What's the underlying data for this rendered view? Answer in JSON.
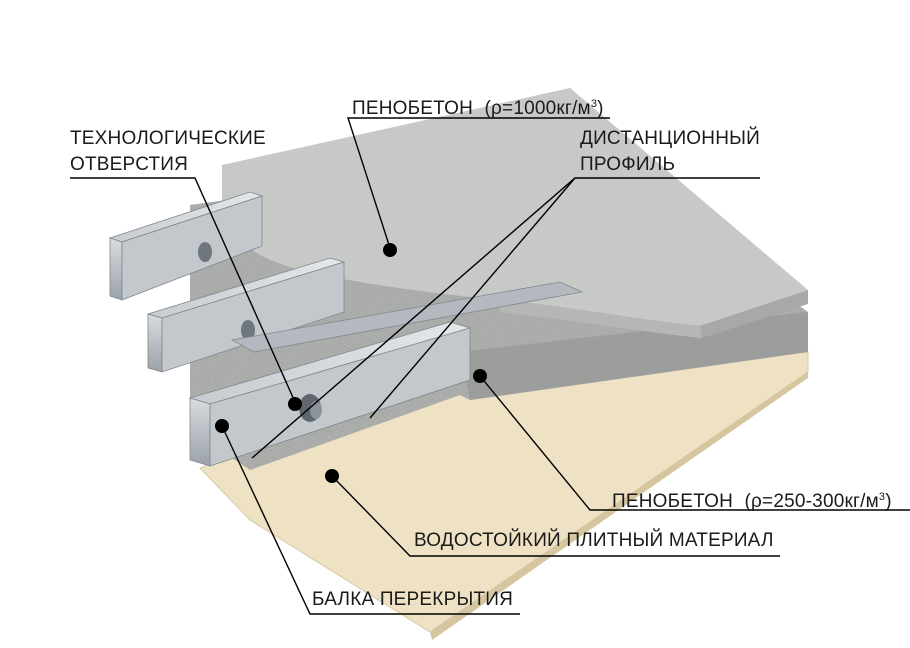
{
  "labels": {
    "top_foam_concrete": {
      "name": "ПЕНОБЕТОН",
      "density": "(ρ=1000кг/м",
      "exp": "3",
      "close": ")"
    },
    "tech_holes": {
      "line1": "ТЕХНОЛОГИЧЕСКИЕ",
      "line2": "ОТВЕРСТИЯ"
    },
    "spacer_profile": {
      "line1": "ДИСТАНЦИОННЫЙ",
      "line2": "ПРОФИЛЬ"
    },
    "bottom_foam_concrete": {
      "name": "ПЕНОБЕТОН",
      "density": "(ρ=250-300кг/м",
      "exp": "3",
      "close": ")"
    },
    "board_material": "ВОДОСТОЙКИЙ ПЛИТНЫЙ МАТЕРИАЛ",
    "floor_beam": "БАЛКА ПЕРЕКРЫТИЯ"
  },
  "colors": {
    "top_slab": "#c9cbc8",
    "bottom_layer": "#aeb0ad",
    "board": "#efe2c4",
    "beam": "#b6bcc2",
    "leader": "#000000"
  }
}
